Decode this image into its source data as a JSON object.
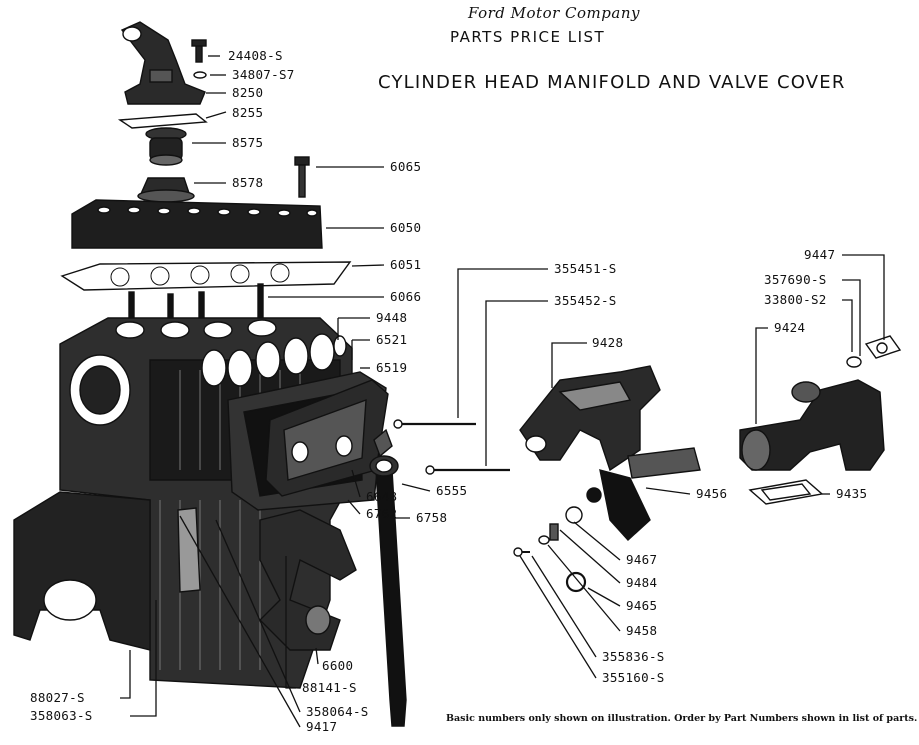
{
  "header": {
    "brand": "Ford Motor Company",
    "subtitle": "PARTS PRICE LIST",
    "title": "CYLINDER HEAD MANIFOLD AND VALVE COVER"
  },
  "footer_note": "Basic numbers only shown on illustration.  Order by Part Numbers shown in list of parts.",
  "colors": {
    "ink": "#111111",
    "paper": "#ffffff"
  },
  "part_labels": [
    "24408-S",
    "34807-S7",
    "8250",
    "8255",
    "8575",
    "8578",
    "6065",
    "6050",
    "6051",
    "6066",
    "9448",
    "6521",
    "6519",
    "355451-S",
    "355452-S",
    "9428",
    "9447",
    "357690-S",
    "33800-S2",
    "9424",
    "9456",
    "9435",
    "6555",
    "6648",
    "6762",
    "6758",
    "9467",
    "9484",
    "9465",
    "9458",
    "355836-S",
    "355160-S",
    "6600",
    "88141-S",
    "358064-S",
    "9417",
    "88027-S",
    "358063-S"
  ]
}
